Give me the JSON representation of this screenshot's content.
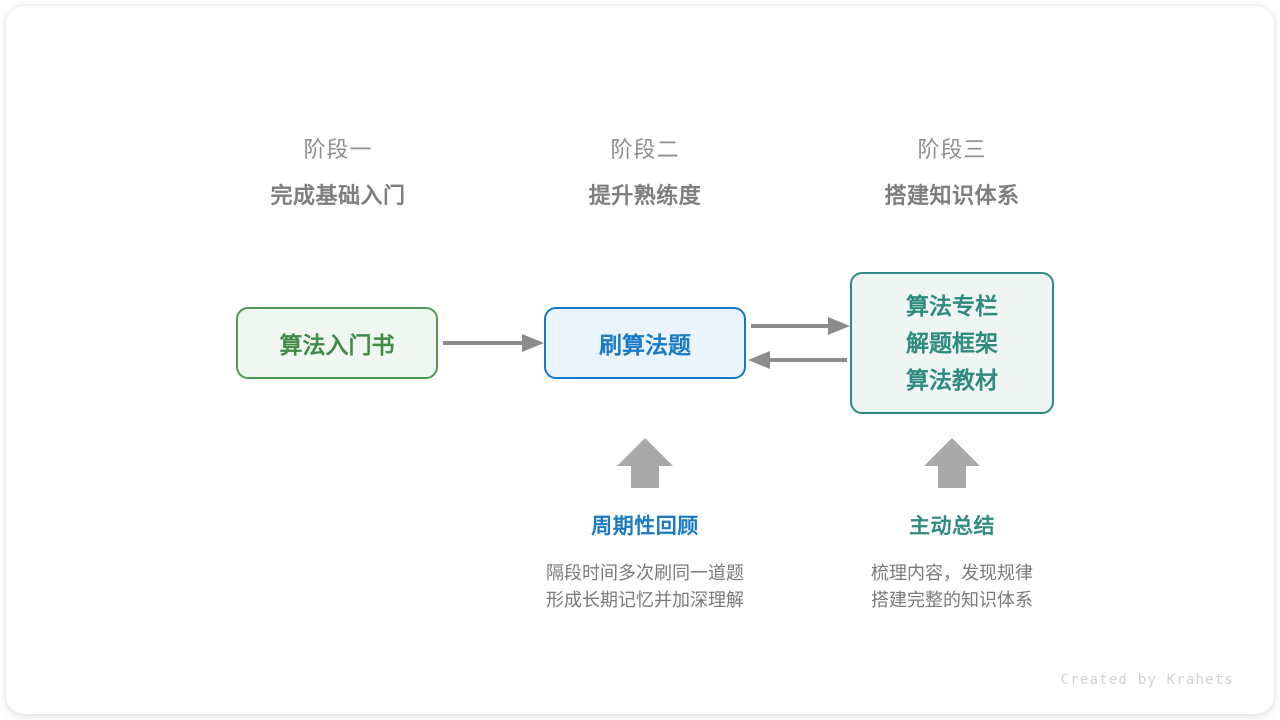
{
  "stages": [
    {
      "label": "阶段一",
      "title": "完成基础入门"
    },
    {
      "label": "阶段二",
      "title": "提升熟练度"
    },
    {
      "label": "阶段三",
      "title": "搭建知识体系"
    }
  ],
  "nodes": {
    "book": {
      "text": "算法入门书",
      "border_color": "#4e9a51",
      "fill_color": "#f0f7f0",
      "text_color": "#3f8b47"
    },
    "practice": {
      "text": "刷算法题",
      "border_color": "#1478c8",
      "fill_color": "#e9f4fc",
      "text_color": "#1a7ac4"
    },
    "resources": {
      "lines": [
        "算法专栏",
        "解题框架",
        "算法教材"
      ],
      "border_color": "#2e8b80",
      "fill_color": "#eef5f3",
      "text_color": "#2f8b7e"
    }
  },
  "annotations": [
    {
      "title": "周期性回顾",
      "title_color": "#1a7ac4",
      "desc_lines": [
        "隔段时间多次刷同一道题",
        "形成长期记忆并加深理解"
      ]
    },
    {
      "title": "主动总结",
      "title_color": "#2f8b7e",
      "desc_lines": [
        "梳理内容，发现规律",
        "搭建完整的知识体系"
      ]
    }
  ],
  "arrows": {
    "color": "#8c8c8c",
    "book_to_practice": "arrow-right",
    "practice_to_resources": "arrow-right",
    "resources_to_practice": "arrow-left",
    "review_up": "arrow-up",
    "summary_up": "arrow-up"
  },
  "credit": "Created by Krahets"
}
